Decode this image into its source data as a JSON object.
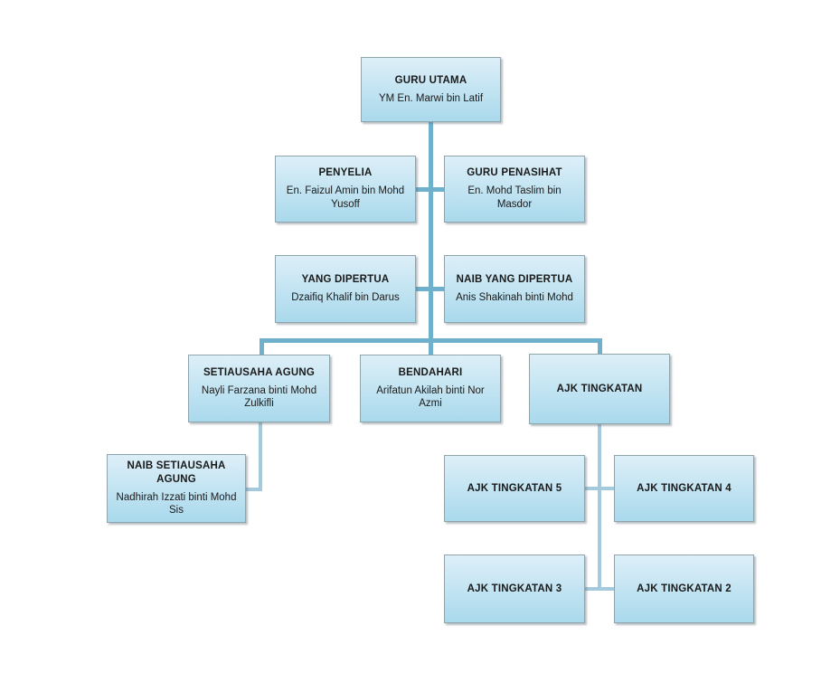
{
  "chart_title": "",
  "colors": {
    "box_gradient_top": "#ddeff8",
    "box_gradient_bottom": "#a9d9ec",
    "box_border": "#8fa5ae",
    "connector_primary": "#6fb0cc",
    "connector_secondary": "#a3cbdd",
    "text": "#1a1a1a",
    "background": "#ffffff"
  },
  "nodes": {
    "guru_utama": {
      "title": "GURU UTAMA",
      "name": "YM En. Marwi bin Latif"
    },
    "penyelia": {
      "title": "PENYELIA",
      "name": "En. Faizul Amin bin Mohd Yusoff"
    },
    "guru_penasihat": {
      "title": "GURU PENASIHAT",
      "name": "En. Mohd Taslim bin Masdor"
    },
    "yang_dipertua": {
      "title": "YANG DIPERTUA",
      "name": "Dzaifiq Khalif bin Darus"
    },
    "naib_yang_dipertua": {
      "title": "NAIB YANG DIPERTUA",
      "name": "Anis Shakinah binti Mohd"
    },
    "setiausaha_agung": {
      "title": "SETIAUSAHA AGUNG",
      "name": "Nayli Farzana binti Mohd Zulkifli"
    },
    "bendahari": {
      "title": "BENDAHARI",
      "name": "Arifatun Akilah binti Nor Azmi"
    },
    "ajk_tingkatan": {
      "title": "AJK TINGKATAN"
    },
    "naib_setiausaha": {
      "title": "NAIB SETIAUSAHA AGUNG",
      "name": "Nadhirah Izzati binti Mohd Sis"
    },
    "ajk_tingkatan_5": {
      "title": "AJK TINGKATAN 5"
    },
    "ajk_tingkatan_4": {
      "title": "AJK TINGKATAN 4"
    },
    "ajk_tingkatan_3": {
      "title": "AJK TINGKATAN 3"
    },
    "ajk_tingkatan_2": {
      "title": "AJK TINGKATAN 2"
    }
  }
}
